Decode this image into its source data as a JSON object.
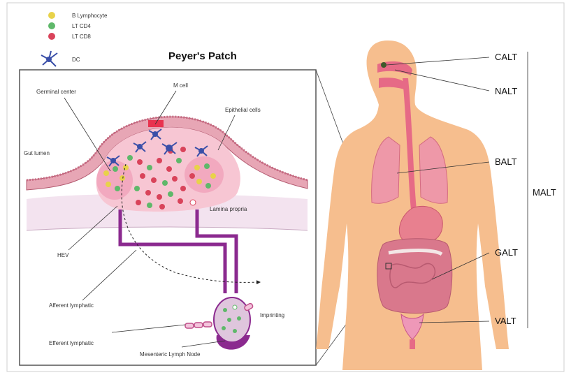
{
  "title": "Peyer's Patch",
  "legend": {
    "b_lymphocyte": "B Lymphocyte",
    "lt_cd4": "LT CD4",
    "lt_cd8": "LT CD8",
    "dc": "DC"
  },
  "patch_labels": {
    "germinal_center": "Germinal center",
    "m_cell": "M cell",
    "epithelial_cells": "Epithelial cells",
    "gut_lumen": "Gut lumen",
    "lamina_propria": "Lamina propria",
    "hev": "HEV",
    "afferent_lymphatic": "Afferent lymphatic",
    "imprinting": "Imprinting",
    "efferent_lymphatic": "Efferent lymphatic",
    "mesenteric_lymph_node": "Mesenteric Lymph Node"
  },
  "body_labels": {
    "calt": "CALT",
    "nalt": "NALT",
    "balt": "BALT",
    "galt": "GALT",
    "valt": "VALT",
    "malt": "MALT"
  },
  "colors": {
    "b_lymphocyte": "#e8d24a",
    "lt_cd4": "#5fb86a",
    "lt_cd8": "#d9435a",
    "dc": "#3a4fa8",
    "skin": "#f6be8e",
    "dome": "#f7c6d3",
    "lymphatic": "#8b2a8f"
  }
}
